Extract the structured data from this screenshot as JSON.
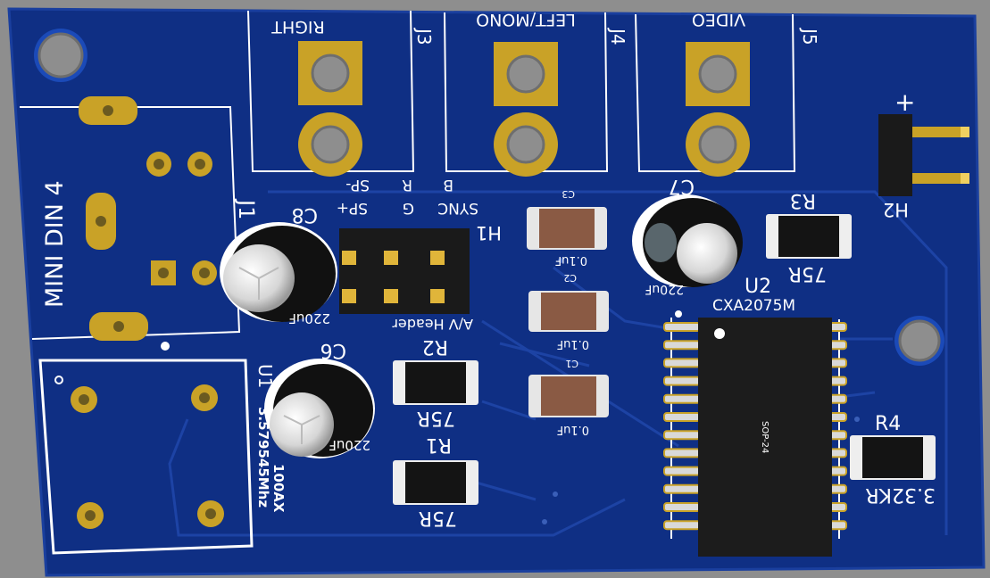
{
  "colors": {
    "background": "#8e8e8e",
    "board": "#0f2f84",
    "board_edge": "#1a3f9e",
    "silkscreen": "#ffffff",
    "gold": "#c9a227",
    "component_black": "#141414",
    "cap_brown": "#8a5a44"
  },
  "connectors": {
    "j3": {
      "ref": "J3",
      "label": "RIGHT"
    },
    "j4": {
      "ref": "J4",
      "label": "LEFT/MONO"
    },
    "j5": {
      "ref": "J5",
      "label": "VIDEO"
    },
    "j1": {
      "ref": "J1",
      "label": "MINI DIN 4"
    }
  },
  "header_h1": {
    "ref": "H1",
    "name": "A/V Header",
    "pin_labels_top": [
      "SP-",
      "R",
      "B"
    ],
    "pin_labels_bottom": [
      "SP+",
      "G",
      "SYNC"
    ]
  },
  "header_h2": {
    "ref": "H2",
    "polarity": "+"
  },
  "capacitors": {
    "c8": {
      "ref": "C8",
      "value": "220uF"
    },
    "c6": {
      "ref": "C6",
      "value": "220uF"
    },
    "c7": {
      "ref": "C7",
      "value": "220uF"
    },
    "c3": {
      "ref": "C3",
      "value": "0.1uF"
    },
    "c2": {
      "ref": "C2",
      "value": "0.1uF"
    },
    "c1": {
      "ref": "C1",
      "value": "0.1uF"
    }
  },
  "resistors": {
    "r1": {
      "ref": "R1",
      "value": "75R"
    },
    "r2": {
      "ref": "R2",
      "value": "75R"
    },
    "r3": {
      "ref": "R3",
      "value": "75R"
    },
    "r4": {
      "ref": "R4",
      "value": "3.32KR"
    }
  },
  "chips": {
    "u2": {
      "ref": "U2",
      "part": "CXA2075M",
      "package": "SOP-24"
    },
    "u1": {
      "ref": "U1",
      "part": "3.579545Mhz",
      "variant": "100AX"
    }
  }
}
